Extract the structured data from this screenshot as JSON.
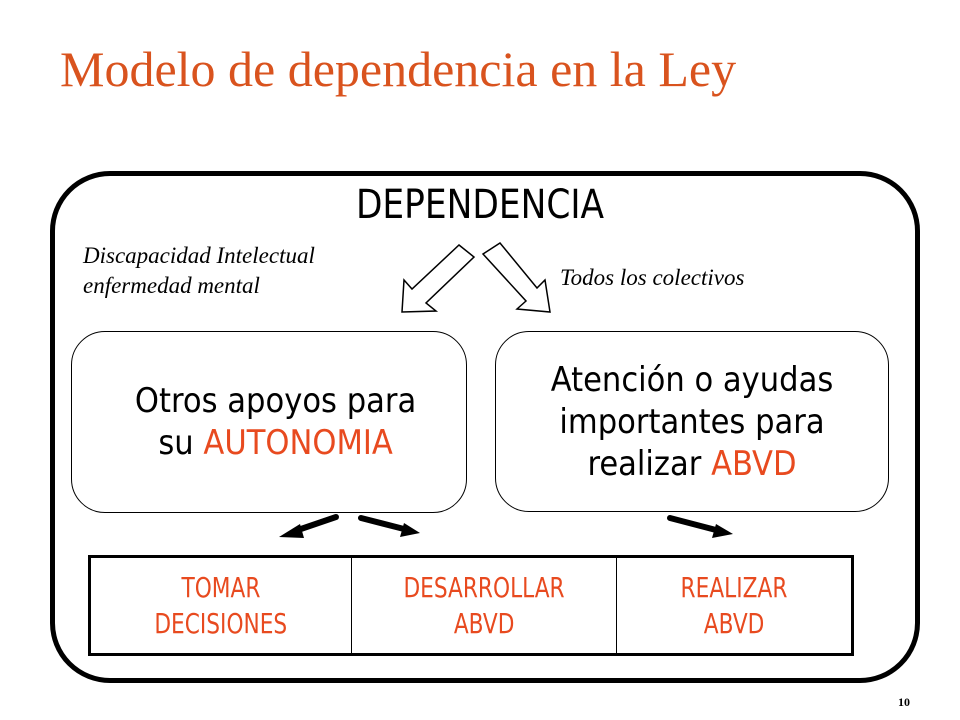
{
  "title": "Modelo de dependencia en la Ley",
  "diagram": {
    "heading": "DEPENDENCIA",
    "left_note": [
      "Discapacidad Intelectual",
      "enfermedad mental"
    ],
    "right_note": "Todos los colectivos",
    "left_box": {
      "line1": "Otros apoyos para",
      "line2_prefix": "su ",
      "line2_accent": "AUTONOMIA"
    },
    "right_box": {
      "line1": "Atención o ayudas",
      "line2": "importantes para",
      "line3_prefix": "realizar ",
      "line3_accent": "ABVD"
    },
    "table": [
      [
        "TOMAR",
        "DECISIONES"
      ],
      [
        "DESARROLLAR",
        "ABVD"
      ],
      [
        "REALIZAR",
        "ABVD"
      ]
    ]
  },
  "page_number": "10",
  "colors": {
    "title": "#d9531e",
    "accent": "#e84a1f",
    "text": "#000000"
  }
}
